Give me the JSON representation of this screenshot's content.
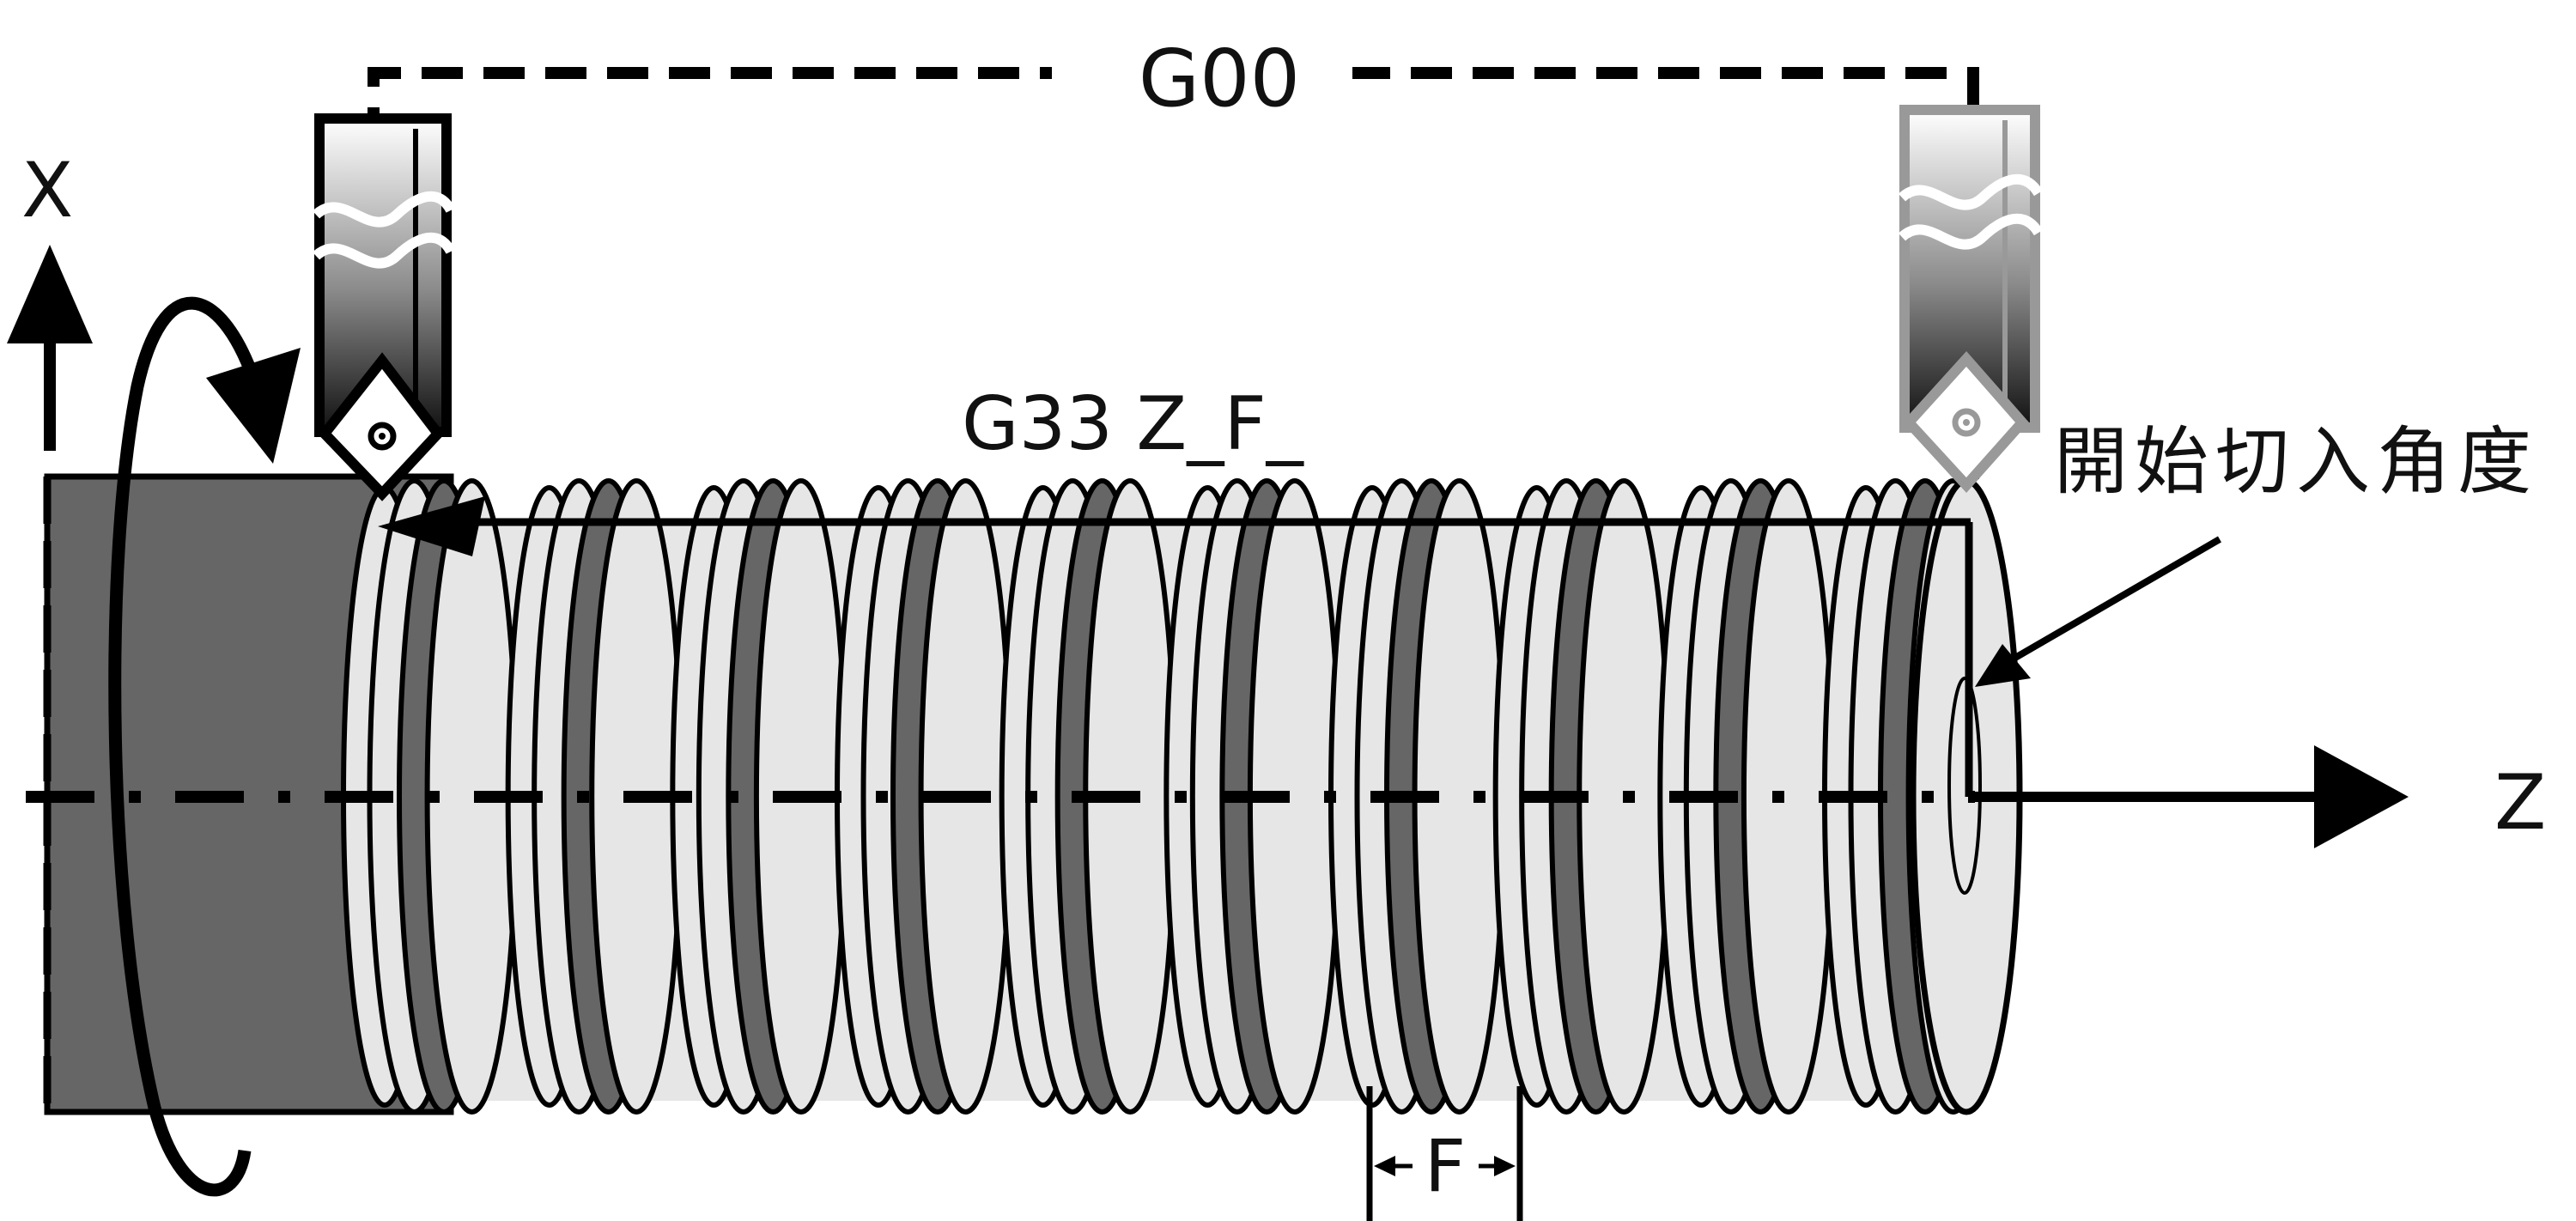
{
  "labels": {
    "g00": "G00",
    "g33": "G33 Z_F_",
    "x_axis": "X",
    "z_axis": "Z",
    "pitch": "F",
    "start_angle": "開始切入角度"
  },
  "icons": {
    "x_axis_arrow": "arrow-up-icon",
    "z_axis_arrow": "arrow-right-icon",
    "rotation_arrow": "rotation-arrow-icon",
    "tool_start": "turning-tool-icon",
    "tool_end": "turning-tool-icon"
  },
  "colors": {
    "ink": "#000000",
    "workpiece_dark": "#666666",
    "thread_light": "#e6e6e6",
    "tool_ghost": "#999999"
  },
  "thread": {
    "crest_count": 10
  }
}
